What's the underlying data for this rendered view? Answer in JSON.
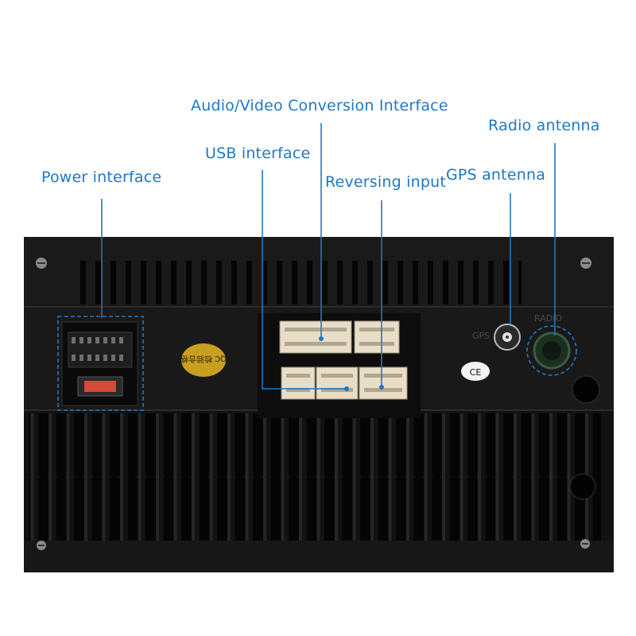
{
  "callouts": {
    "av_conversion": "Audio/Video Conversion Interface",
    "radio_antenna": "Radio antenna",
    "usb": "USB interface",
    "power": "Power interface",
    "reversing": "Reversing input",
    "gps": "GPS antenna"
  },
  "markings": {
    "qc_stamp": "QC 检验合格",
    "gps_mark": "GPS",
    "radio_mark": "RADIO",
    "ce_mark": "CE"
  },
  "colors": {
    "callout": "#1f77c4",
    "unit_body": "#141414",
    "connector": "#e8ddc8",
    "fuse": "#d44a3a",
    "stamp": "#c8a020"
  }
}
